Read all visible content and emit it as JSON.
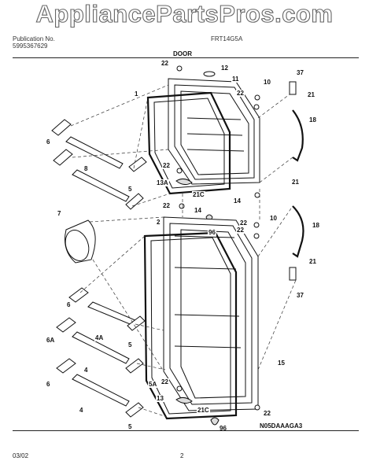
{
  "watermark": "AppliancePartsPros.com",
  "header": {
    "publication_label": "Publication No.",
    "publication_number": "5995367629",
    "model": "FRT14G5A"
  },
  "section_title": "DOOR",
  "footer": {
    "date": "03/02",
    "page": "2",
    "diagram_code": "N05DAAAGA3"
  },
  "callouts": [
    "22",
    "12",
    "11",
    "1",
    "22",
    "10",
    "37",
    "21",
    "18",
    "6",
    "8",
    "22",
    "5",
    "13A",
    "21C",
    "22",
    "14",
    "96",
    "22",
    "14",
    "21",
    "7",
    "22",
    "10",
    "2",
    "18",
    "21",
    "37",
    "6",
    "4A",
    "5",
    "6A",
    "4",
    "15",
    "5A",
    "6",
    "4",
    "22",
    "13",
    "5",
    "21C",
    "22",
    "96"
  ]
}
